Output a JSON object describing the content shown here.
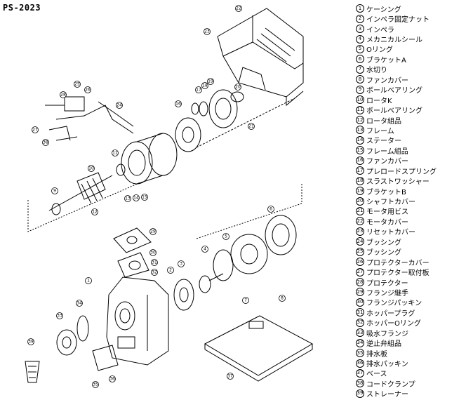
{
  "model": "PS-2023",
  "parts": [
    {
      "no": "1",
      "name": "ケーシング"
    },
    {
      "no": "2",
      "name": "インペラ固定ナット"
    },
    {
      "no": "3",
      "name": "インペラ"
    },
    {
      "no": "4",
      "name": "メカニカルシール"
    },
    {
      "no": "5",
      "name": "Oリング"
    },
    {
      "no": "6",
      "name": "ブラケットA"
    },
    {
      "no": "7",
      "name": "水切り"
    },
    {
      "no": "8",
      "name": "ファンカバー"
    },
    {
      "no": "9",
      "name": "ボールベアリング"
    },
    {
      "no": "10",
      "name": "ロータK"
    },
    {
      "no": "11",
      "name": "ボールベアリング"
    },
    {
      "no": "12",
      "name": "ロータ組品"
    },
    {
      "no": "13",
      "name": "フレーム"
    },
    {
      "no": "14",
      "name": "ステーター"
    },
    {
      "no": "15",
      "name": "フレーム組品"
    },
    {
      "no": "16",
      "name": "ファンカバー"
    },
    {
      "no": "17",
      "name": "プレロードスプリング"
    },
    {
      "no": "18",
      "name": "スラストワッシャー"
    },
    {
      "no": "19",
      "name": "ブラケットB"
    },
    {
      "no": "20",
      "name": "シャフトカバー"
    },
    {
      "no": "21",
      "name": "モータ用ビス"
    },
    {
      "no": "22",
      "name": "モータカバー"
    },
    {
      "no": "23",
      "name": "リセットカバー"
    },
    {
      "no": "24",
      "name": "ブッシング"
    },
    {
      "no": "25",
      "name": "ブッシング"
    },
    {
      "no": "26",
      "name": "プロテクターカバー"
    },
    {
      "no": "27",
      "name": "プロテクター取付板"
    },
    {
      "no": "28",
      "name": "プロテクター"
    },
    {
      "no": "29",
      "name": "フランジ継手"
    },
    {
      "no": "30",
      "name": "フランジパッキン"
    },
    {
      "no": "31",
      "name": "ホッパープラグ"
    },
    {
      "no": "32",
      "name": "ホッパーOリング"
    },
    {
      "no": "33",
      "name": "吸水フランジ"
    },
    {
      "no": "34",
      "name": "逆止弁組品"
    },
    {
      "no": "35",
      "name": "排水板"
    },
    {
      "no": "36",
      "name": "排水パッキン"
    },
    {
      "no": "37",
      "name": "ベース"
    },
    {
      "no": "38",
      "name": "コードクランプ"
    },
    {
      "no": "39",
      "name": "ストレーナー"
    }
  ]
}
